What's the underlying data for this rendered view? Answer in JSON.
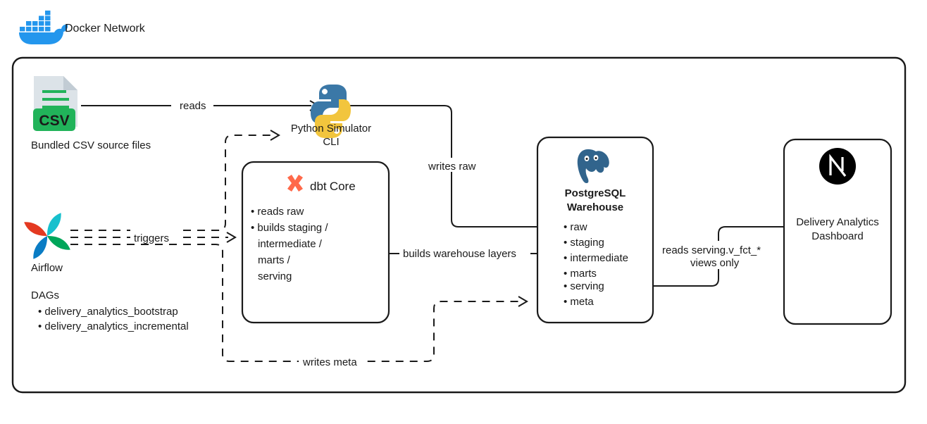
{
  "header": {
    "logo_icon": "docker-whale-icon",
    "title": "Docker Network"
  },
  "nodes": {
    "csv": {
      "icon": "csv-file-icon",
      "badge": "CSV",
      "label": "Bundled CSV source files"
    },
    "python": {
      "icon": "python-logo-icon",
      "label_line1": "Python Simulator",
      "label_line2": "CLI"
    },
    "airflow": {
      "icon": "airflow-pinwheel-icon",
      "label": "Airflow",
      "dags_heading": "DAGs",
      "dags": [
        "delivery_analytics_bootstrap",
        "delivery_analytics_incremental"
      ]
    },
    "dbt": {
      "icon": "dbt-logo-icon",
      "title_bold": "dbt",
      "title_rest": "Core",
      "bullets": [
        "reads raw",
        "builds staging /",
        "intermediate /",
        "marts /",
        "serving"
      ]
    },
    "postgres": {
      "icon": "postgresql-elephant-icon",
      "title_line1": "PostgreSQL",
      "title_line2": "Warehouse",
      "schemas": [
        "raw",
        "staging",
        "intermediate",
        "marts",
        "serving",
        "meta"
      ]
    },
    "dashboard": {
      "icon": "nextjs-logo-icon",
      "label_line1": "Delivery Analytics",
      "label_line2": "Dashboard"
    }
  },
  "edges": {
    "reads": "reads",
    "triggers": "triggers",
    "writes_raw": "writes raw",
    "builds_warehouse_layers": "builds warehouse layers",
    "writes_meta": "writes meta",
    "reads_views_line1": "reads serving.v_fct_*",
    "reads_views_line2": "views only"
  },
  "colors": {
    "docker_blue": "#2396ED",
    "csv_green": "#21B35A",
    "csv_paper": "#DCE3E8",
    "python_blue": "#3B78A7",
    "python_yellow": "#F2C53D",
    "dbt_orange": "#FF694A",
    "postgres_blue": "#31648C",
    "nextjs_black": "#000000",
    "airflow_red": "#E43921",
    "airflow_cyan": "#17C0CD",
    "airflow_blue": "#0A7CC4",
    "airflow_green": "#00A65A",
    "stroke": "#1a1a1a"
  }
}
